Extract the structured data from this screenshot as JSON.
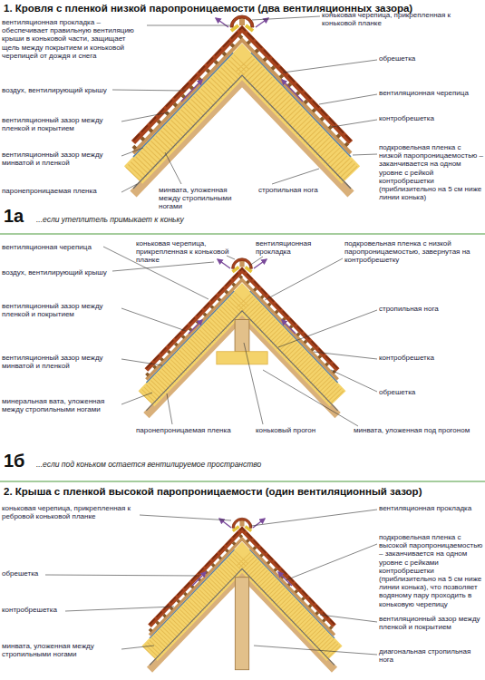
{
  "diagram": {
    "labels": [
      "1. Кровля с пленкой низкой паропроницаемости (два вентиляционных зазора)",
      "вентиляционная прокладка – обеспечивает правильную вентиляцию крыши в коньковой части, защищает щель между покрытием и коньковой черепицей от дождя и снега",
      "воздух, вентилирующий крышу",
      "вентиляционный зазор между пленкой и покрытием",
      "вентиляционный зазор между минватой и пленкой",
      "паронепроницаемая пленка",
      "минвата, уложенная между стропильными ногами",
      "стропильная нога",
      "коньковая черепица, прикрепленная к коньковой планке",
      "обрешетка",
      "вентиляционная черепица",
      "контробрешетка",
      "подкровельная пленка с низкой паропроницаемостью – заканчивается на одном уровне с рейкой контробрешетки (приблизительно на 5 см ниже линии конька)",
      "1а",
      "...если утеплитель примыкает к коньку",
      "вентиляционная черепица",
      "воздух, вентилирующий крышу",
      "вентиляционный зазор между пленкой и покрытием",
      "вентиляционный зазор между минватой и пленкой",
      "минеральная вата, уложенная между стропильными ногами",
      "коньковая черепица, прикрепленная к коньковой планке",
      "вентиляционная прокладка",
      "подкровельная пленка с низкой паропроницаемостью, завернутая на контробрешетку",
      "стропильная нога",
      "контробрешетка",
      "обрешетка",
      "паронепроницаемая пленка",
      "коньковый прогон",
      "минвата, уложенная под прогоном",
      "1б",
      "...если под коньком остается вентилируемое пространство",
      "2. Крыша с пленкой высокой паропроницаемости (один вентиляционный зазор)",
      "коньковая черепица, прикрепленная к ребровой коньковой планке",
      "обрешетка",
      "контробрешетка",
      "минвата, уложенная между стропильными ногами",
      "вентиляционная прокладка",
      "подкровельная пленка с высокой паропроницаемостью – заканчивается на одном уровне с рейками контробрешетки (приблизительно на 5 см ниже линии конька), что позволяет водяному пару проходить в коньковую черепицу",
      "вентиляционный зазор между пленкой и покрытием",
      "диагональная стропильная нога"
    ]
  }
}
